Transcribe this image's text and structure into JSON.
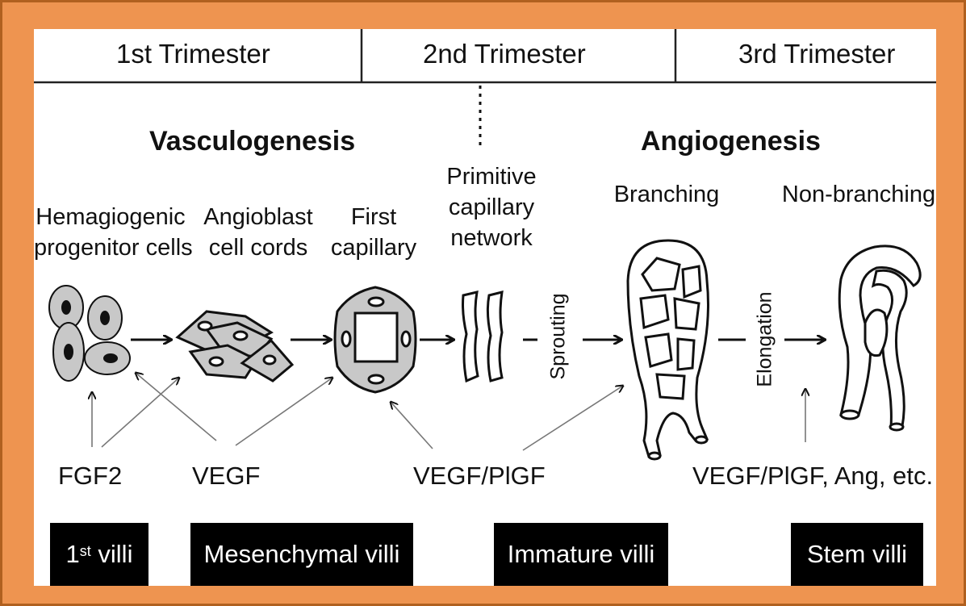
{
  "trimesters": [
    "1st Trimester",
    "2nd Trimester",
    "3rd Trimester"
  ],
  "headings": {
    "left": "Vasculogenesis",
    "right": "Angiogenesis"
  },
  "stages": {
    "hemagiogenic": [
      "Hemagiogenic",
      "progenitor cells"
    ],
    "angioblast": [
      "Angioblast",
      "cell cords"
    ],
    "first_capillary": [
      "First",
      "capillary"
    ],
    "primitive": [
      "Primitive",
      "capillary",
      "network"
    ],
    "branching": "Branching",
    "non_branching": "Non-branching"
  },
  "processes": {
    "sprouting": "Sprouting",
    "elongation": "Elongation"
  },
  "factors": [
    "FGF2",
    "VEGF",
    "VEGF/PlGF",
    "VEGF/PlGF, Ang, etc."
  ],
  "villi": {
    "first": {
      "num": "1",
      "sup": "st",
      "rest": " villi"
    },
    "mesenchymal": "Mesenchymal villi",
    "immature": "Immature villi",
    "stem": "Stem villi"
  },
  "colors": {
    "frame": "#ee9450",
    "ink": "#111111",
    "cell_fill": "#c8c8c8",
    "box": "#000000"
  }
}
